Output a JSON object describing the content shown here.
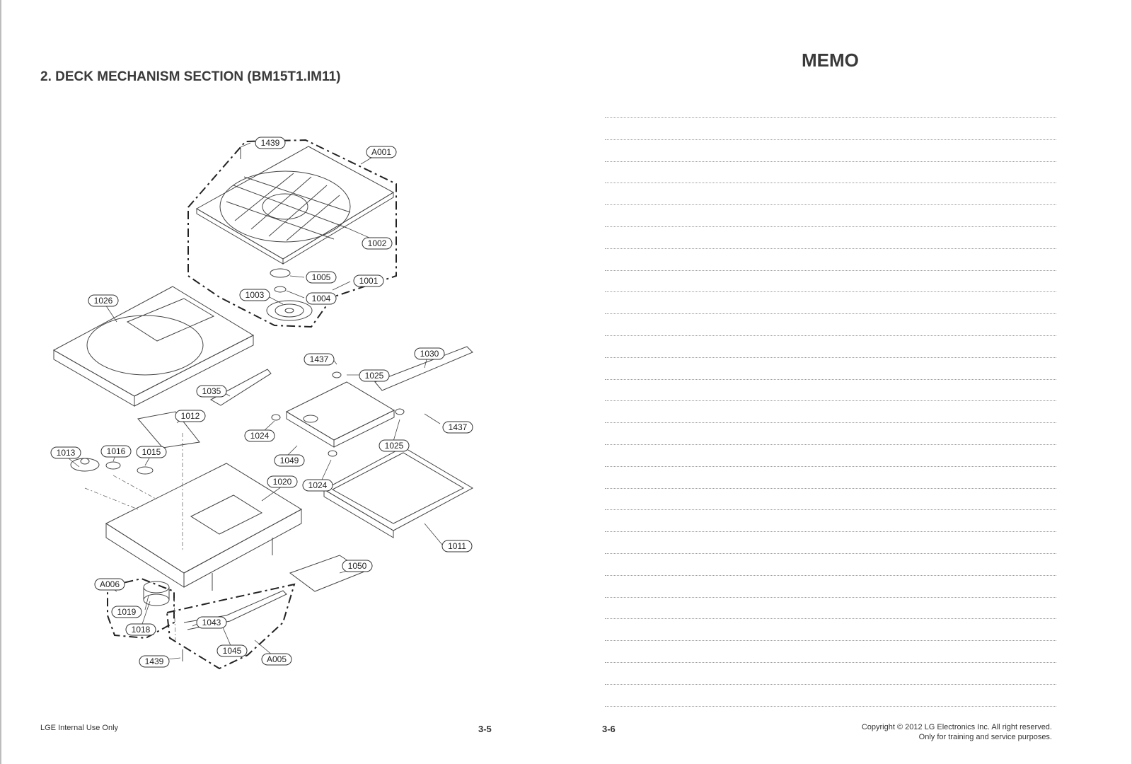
{
  "left_page": {
    "title": "2. DECK MECHANISM SECTION (BM15T1.IM11)",
    "footer_left": "LGE Internal Use Only",
    "page_number": "3-5"
  },
  "right_page": {
    "title": "MEMO",
    "page_number": "3-6",
    "copyright_line1": "Copyright © 2012 LG Electronics Inc. All right reserved.",
    "copyright_line2": "Only for training and service purposes.",
    "memo_line_count": 28
  },
  "diagram": {
    "callouts": [
      "1439",
      "A001",
      "1002",
      "1005",
      "1001",
      "1003",
      "1004",
      "1026",
      "1437",
      "1030",
      "1025",
      "1035",
      "1012",
      "1437",
      "1024",
      "1025",
      "1049",
      "1013",
      "1016",
      "1015",
      "1024",
      "1020",
      "1011",
      "1050",
      "A006",
      "1043",
      "1019",
      "1018",
      "1045",
      "1439",
      "A005"
    ]
  }
}
